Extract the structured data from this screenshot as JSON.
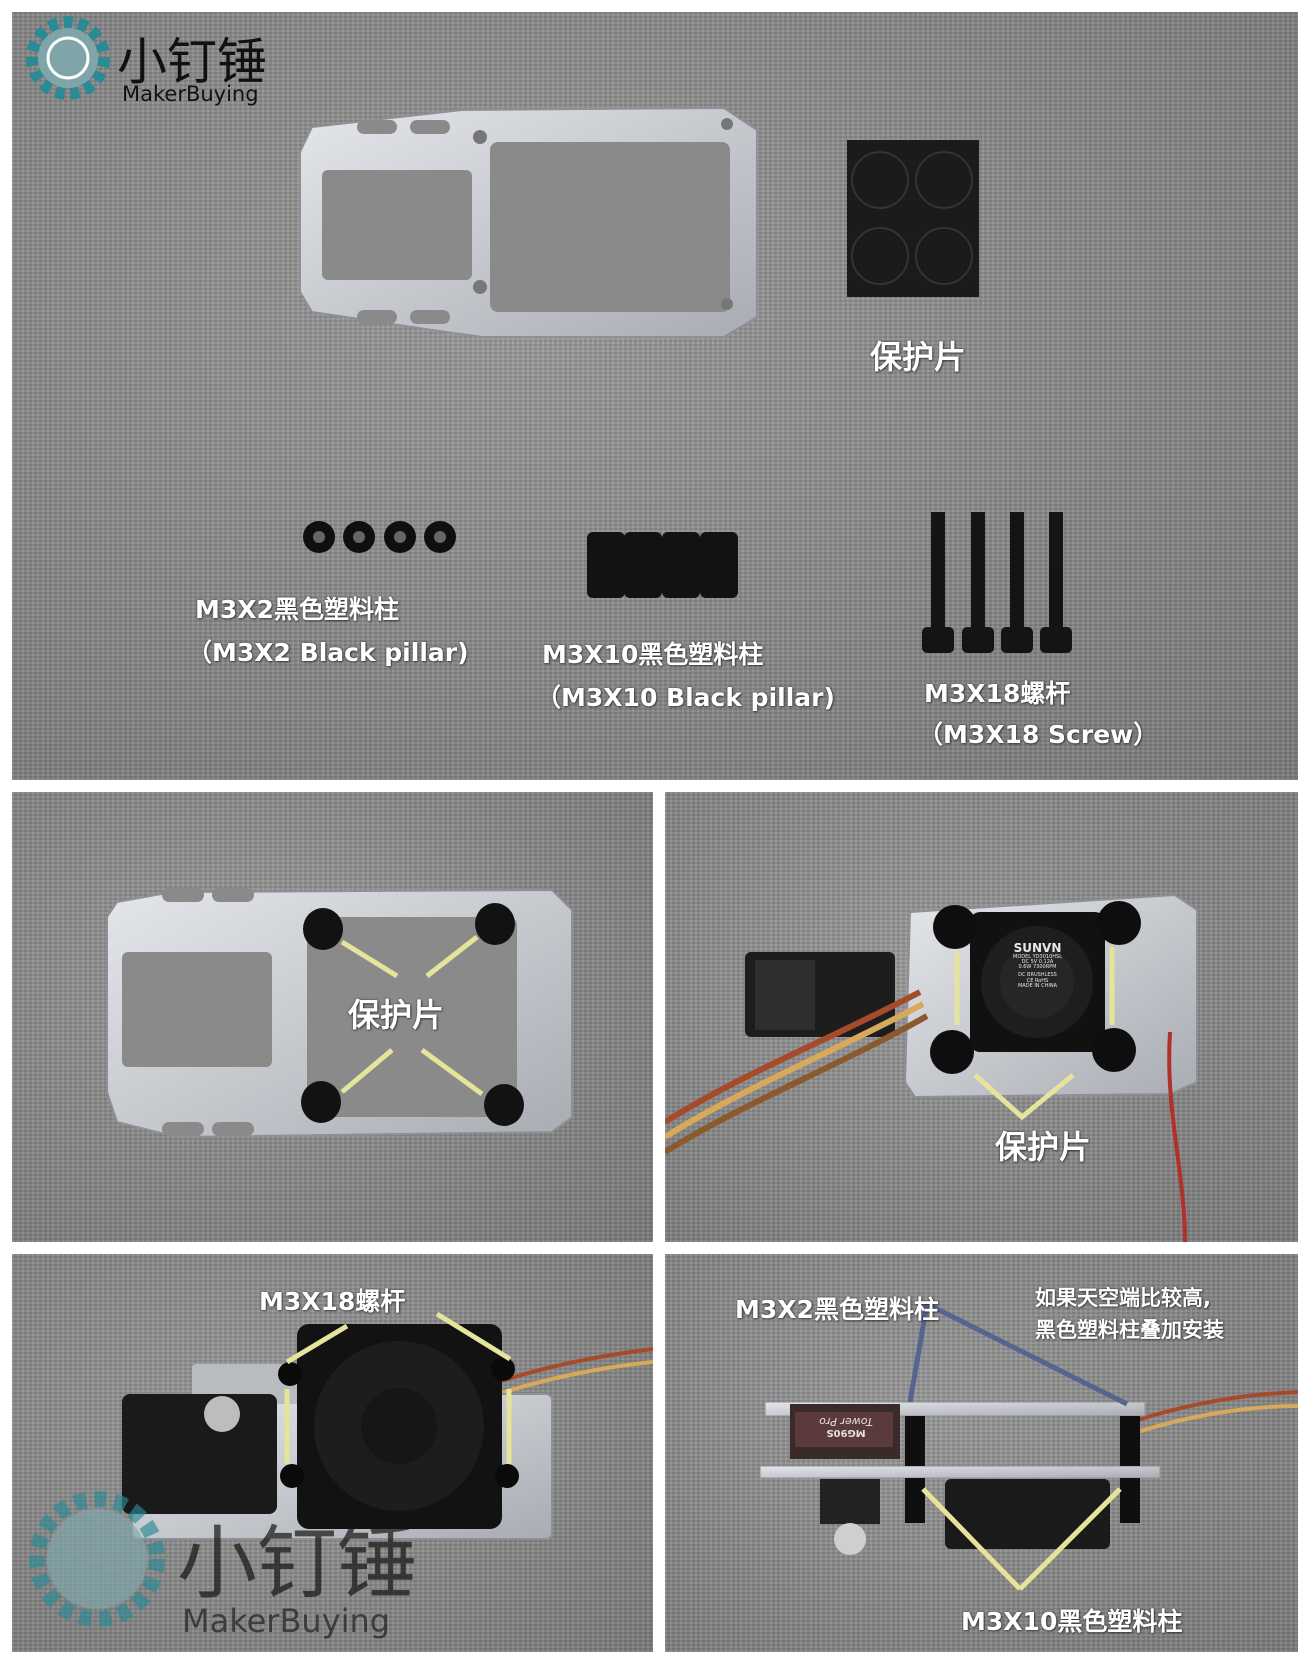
{
  "brand": {
    "name_cn": "小钉锤",
    "name_en": "MakerBuying",
    "color": "#2a8a95"
  },
  "panel_top": {
    "protect_label": "保护片",
    "m3x2_cn": "M3X2黑色塑料柱",
    "m3x2_en": "（M3X2 Black pillar)",
    "m3x10_cn": "M3X10黑色塑料柱",
    "m3x10_en": "（M3X10 Black pillar)",
    "m3x18_cn": "M3X18螺杆",
    "m3x18_en": "（M3X18 Screw）"
  },
  "panel_mid_left": {
    "protect_label": "保护片"
  },
  "panel_mid_right": {
    "protect_label": "保护片",
    "fan_brand": "SUNVN",
    "fan_model": "MODEL YD3010HSL",
    "fan_spec": "DC 5V  0.12A",
    "fan_rpm": "0.6W  7300RPM",
    "fan_type": "DC BRUSHLESS",
    "fan_cert": "CE RoHS",
    "fan_origin": "MADE IN CHINA"
  },
  "panel_bottom_left": {
    "screw_label": "M3X18螺杆",
    "watermark_cn": "小钉锤",
    "watermark_en": "MakerBuying"
  },
  "panel_bottom_right": {
    "m3x2_label": "M3X2黑色塑料柱",
    "note_line1": "如果天空端比较高,",
    "note_line2": "黑色塑料柱叠加安装",
    "m3x10_label": "M3X10黑色塑料柱",
    "servo_brand": "Tower Pro",
    "servo_model": "MG90S"
  },
  "colors": {
    "callout_yellow": "#e6e49a",
    "callout_blue": "#56658f",
    "aluminum": "#c9cbcf",
    "rubber": "#151515"
  }
}
